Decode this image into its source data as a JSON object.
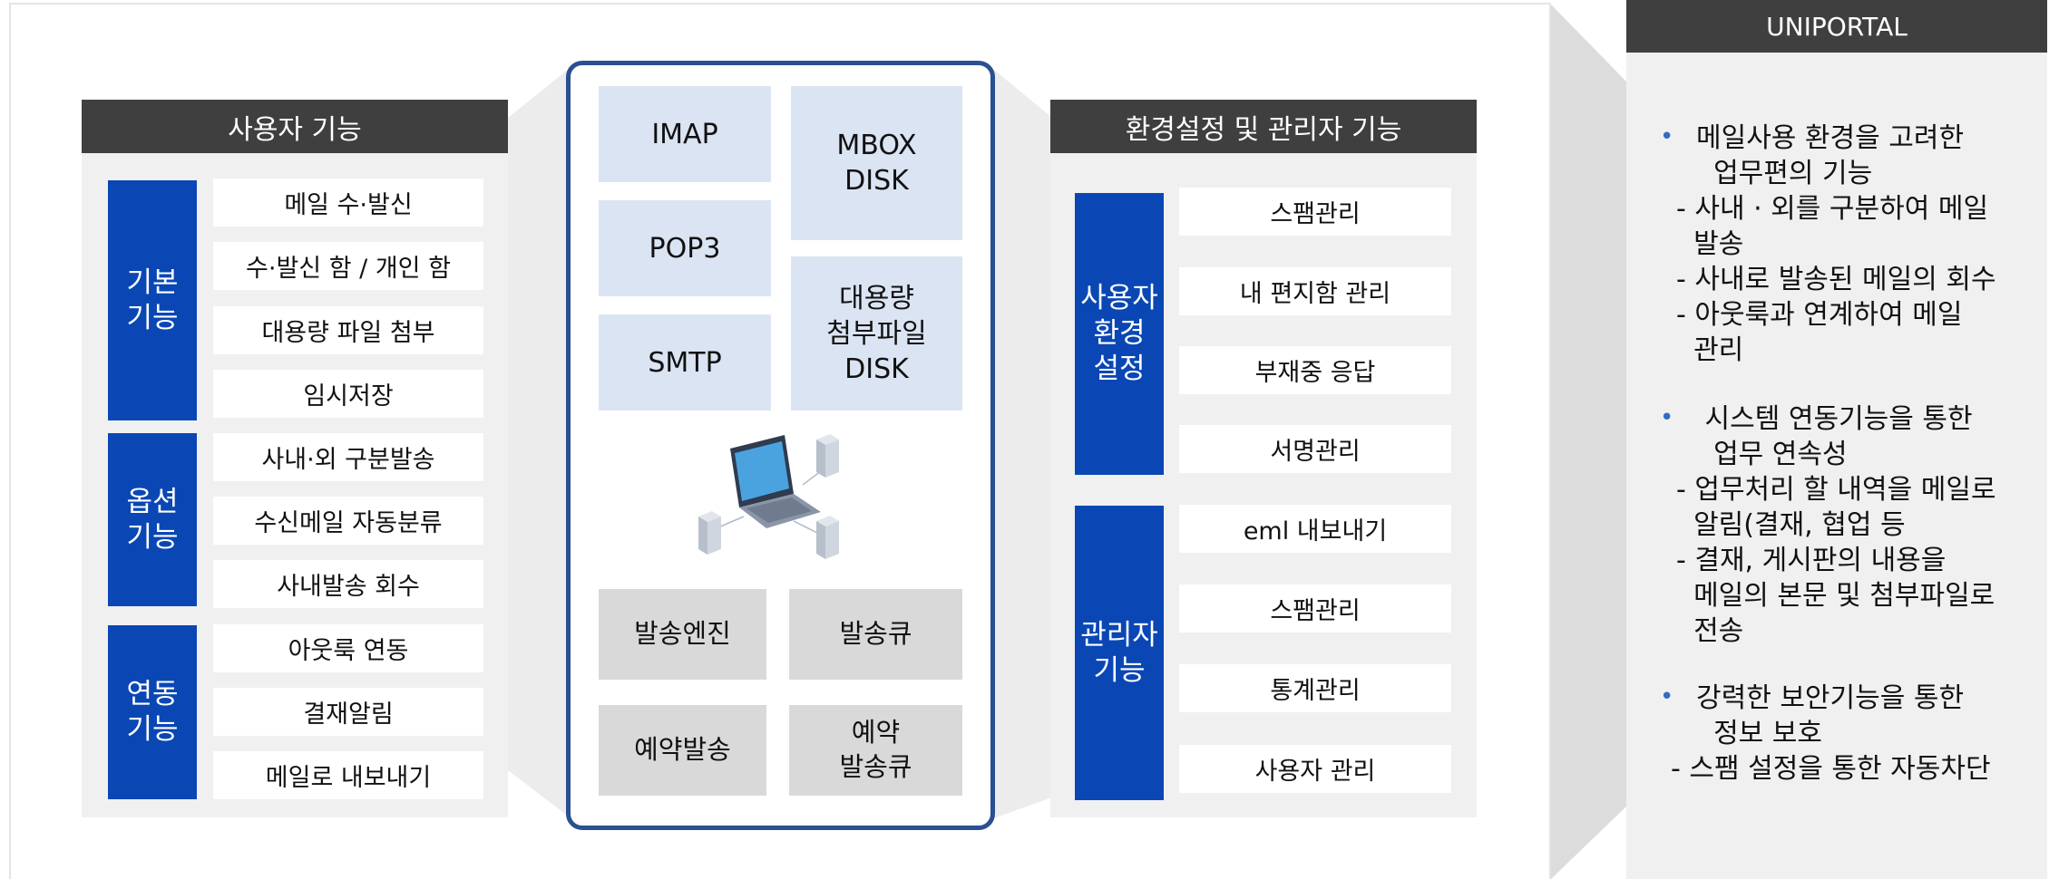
{
  "user_functions": {
    "title": "사용자 기능",
    "groups": [
      {
        "label": "기본\n기능",
        "items": [
          "메일 수·발신",
          "수·발신 함 / 개인 함",
          "대용량 파일 첨부",
          "임시저장"
        ]
      },
      {
        "label": "옵션\n기능",
        "items": [
          "사내·외 구분발송",
          "수신메일 자동분류",
          "사내발송 회수"
        ]
      },
      {
        "label": "연동\n기능",
        "items": [
          "아웃룩 연동",
          "결재알림",
          "메일로 내보내기"
        ]
      }
    ]
  },
  "center": {
    "protocols": [
      "IMAP",
      "POP3",
      "SMTP"
    ],
    "disks": [
      "MBOX\nDISK",
      "대용량\n첨부파일\nDISK"
    ],
    "engines": [
      "발송엔진",
      "발송큐",
      "예약발송",
      "예약\n발송큐"
    ]
  },
  "admin_functions": {
    "title": "환경설정 및 관리자 기능",
    "groups": [
      {
        "label": "사용자\n환경\n설정",
        "items": [
          "스팸관리",
          "내 편지함 관리",
          "부재중 응답",
          "서명관리"
        ]
      },
      {
        "label": "관리자\n기능",
        "items": [
          "eml 내보내기",
          "스팸관리",
          "통계관리",
          "사용자 관리"
        ]
      }
    ]
  },
  "uniportal": {
    "title": "UNIPORTAL",
    "sections": [
      {
        "bullet": "메일사용 환경을 고려한\n  업무편의 기능",
        "subs": [
          "- 사내 · 외를 구분하여 메일\n  발송",
          "- 사내로 발송된 메일의 회수",
          "- 아웃룩과 연계하여 메일\n  관리"
        ]
      },
      {
        "bullet": " 시스템 연동기능을 통한\n  업무 연속성",
        "subs": [
          "- 업무처리 할 내역을 메일로\n  알림(결재, 협업 등",
          "- 결재, 게시판의 내용을\n  메일의 본문 및 첨부파일로\n  전송"
        ]
      },
      {
        "bullet": "강력한 보안기능을 통한\n  정보 보호",
        "subs": [
          "- 스팸 설정을 통한 자동차단"
        ]
      }
    ]
  },
  "colors": {
    "accent_blue": "#0a47b5",
    "header_dark": "#3f3f3f",
    "center_border": "#2a5091",
    "proto_fill": "#dbe4f3",
    "bullet_blue": "#2f6dc2"
  }
}
